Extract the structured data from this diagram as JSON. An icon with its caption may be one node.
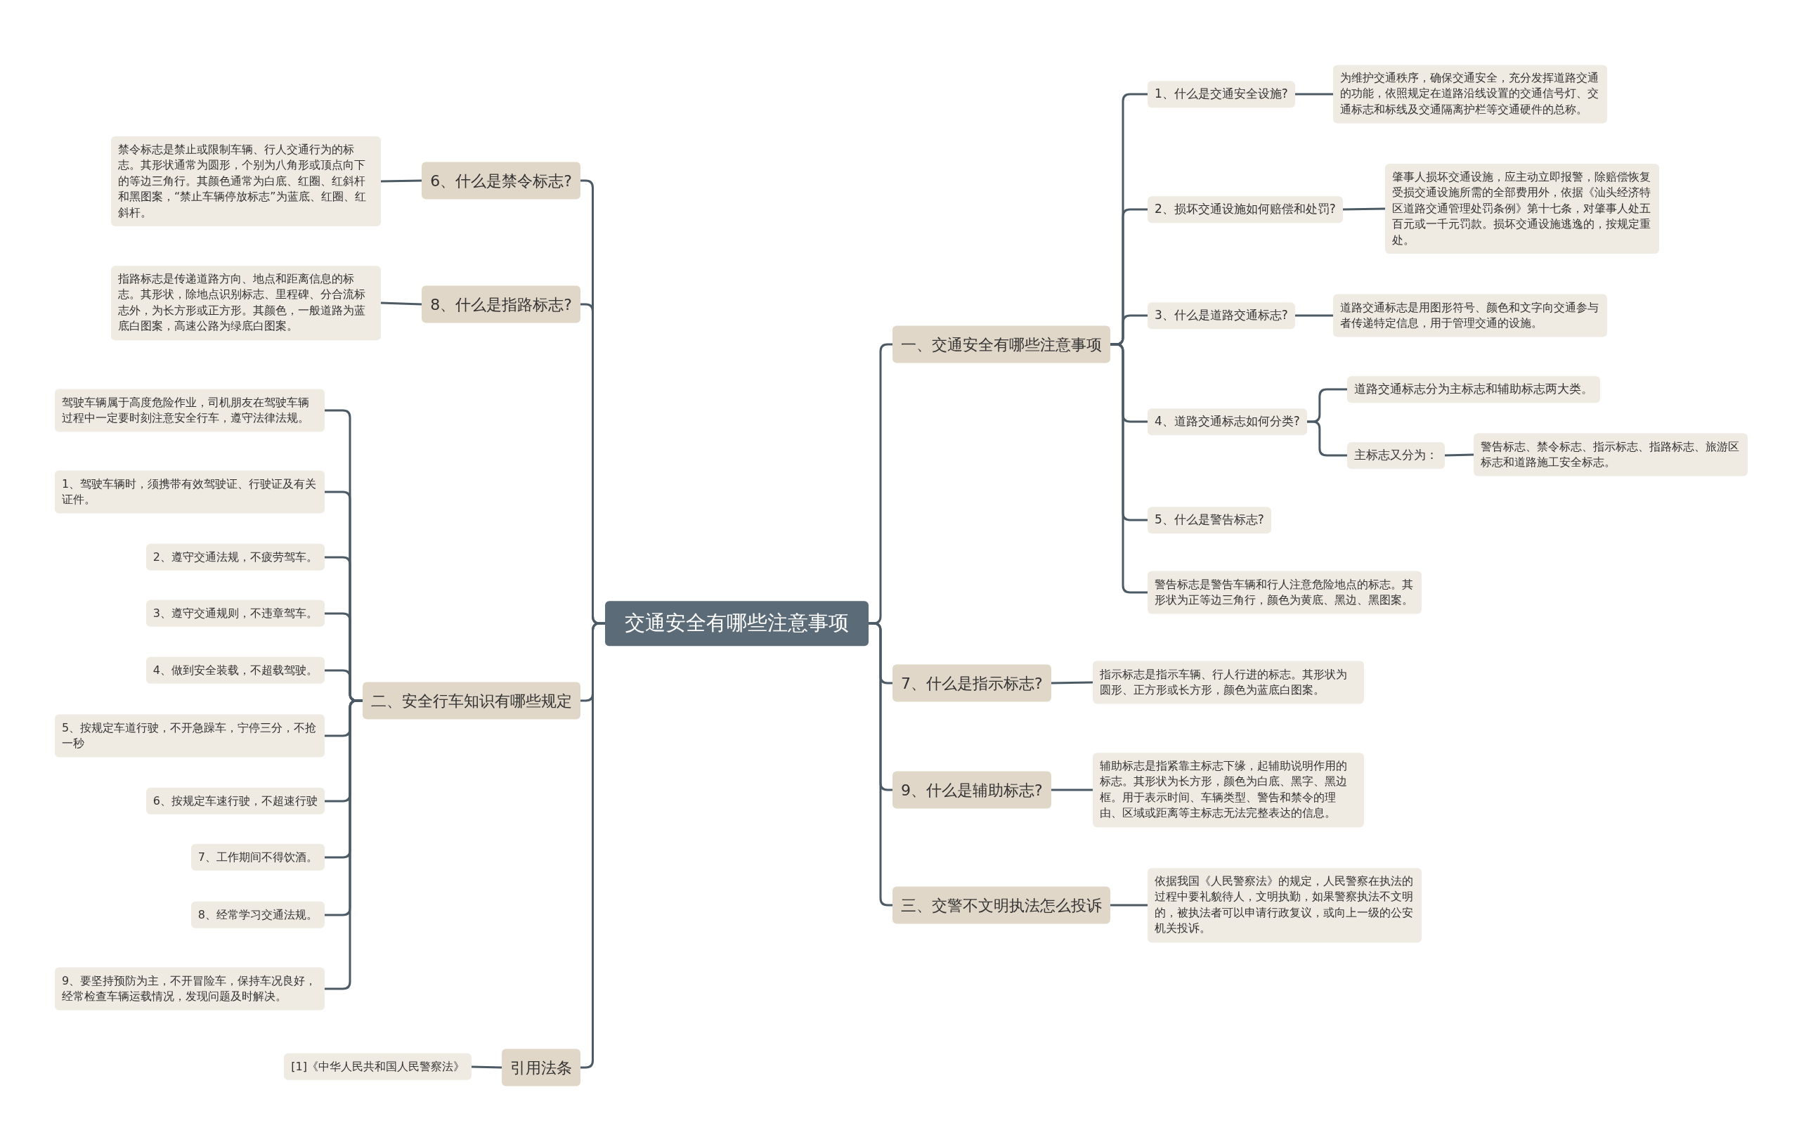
{
  "diagram": {
    "nodes": [
      {
        "text": [
          "交通安全有哪些注意事项"
        ]
      },
      {
        "text": [
          "6、什么是禁令标志?"
        ]
      },
      {
        "text": [
          "禁令标志是禁止或限制车辆、行人交通行为的标志。其形状通常为圆形，个别为八角形或顶点向下的等边三角行。其颜色通常为白底、红圈、红斜杆和黑图案，“禁止车辆停放标志”为蓝底、红圈、红斜杆。"
        ]
      },
      {
        "text": [
          "8、什么是指路标志?"
        ]
      },
      {
        "text": [
          "指路标志是传递道路方向、地点和距离信息的标志。其形状，除地点识别标志、里程碑、分合流标志外，为长方形或正方形。其颜色，一般道路为蓝底白图案，高速公路为绿底白图案。"
        ]
      },
      {
        "text": [
          "二、安全行车知识有哪些规定"
        ]
      },
      {
        "text": [
          "驾驶车辆属于高度危险作业，司机朋友在驾驶车辆过程中一定要时刻注意安全行车，遵守法律法规。"
        ]
      },
      {
        "text": [
          "1、驾驶车辆时，须携带有效驾驶证、行驶证及有关证件。"
        ]
      },
      {
        "text": [
          "2、遵守交通法规，不疲劳驾车。"
        ]
      },
      {
        "text": [
          "3、遵守交通规则，不违章驾车。"
        ]
      },
      {
        "text": [
          "4、做到安全装载，不超载驾驶。"
        ]
      },
      {
        "text": [
          "5、按规定车道行驶，不开急躁车，宁停三分，不抢一秒"
        ]
      },
      {
        "text": [
          "6、按规定车速行驶，不超速行驶"
        ]
      },
      {
        "text": [
          "7、工作期间不得饮酒。"
        ]
      },
      {
        "text": [
          "8、经常学习交通法规。"
        ]
      },
      {
        "text": [
          "9、要坚持预防为主，不开冒险车，保持车况良好，经常检查车辆运载情况，发现问题及时解决。"
        ]
      },
      {
        "text": [
          "引用法条"
        ]
      },
      {
        "text": [
          "[1]《中华人民共和国人民警察法》"
        ]
      },
      {
        "text": [
          "一、交通安全有哪些注意事项"
        ]
      },
      {
        "text": [
          "1、什么是交通安全设施?"
        ]
      },
      {
        "text": [
          "为维护交通秩序，确保交通安全，充分发挥道路交通的功能，依照规定在道路沿线设置的交通信号灯、交通标志和标线及交通隔离护栏等交通硬件的总称。"
        ]
      },
      {
        "text": [
          "2、损坏交通设施如何赔偿和处罚?"
        ]
      },
      {
        "text": [
          "肇事人损坏交通设施，应主动立即报警，除赔偿恢复受损交通设施所需的全部费用外，依据《汕头经济特区道路交通管理处罚条例》第十七条，对肇事人处五百元或一千元罚款。损坏交通设施逃逸的，按规定重处。"
        ]
      },
      {
        "text": [
          "3、什么是道路交通标志?"
        ]
      },
      {
        "text": [
          "道路交通标志是用图形符号、颜色和文字向交通参与者传递特定信息，用于管理交通的设施。"
        ]
      },
      {
        "text": [
          "4、道路交通标志如何分类?"
        ]
      },
      {
        "text": [
          "道路交通标志分为主标志和辅助标志两大类。"
        ]
      },
      {
        "text": [
          "主标志又分为："
        ]
      },
      {
        "text": [
          "警告标志、禁令标志、指示标志、指路标志、旅游区标志和道路施工安全标志。"
        ]
      },
      {
        "text": [
          "5、什么是警告标志?"
        ]
      },
      {
        "text": [
          "警告标志是警告车辆和行人注意危险地点的标志。其形状为正等边三角行，颜色为黄底、黑边、黑图案。"
        ]
      },
      {
        "text": [
          "7、什么是指示标志?"
        ]
      },
      {
        "text": [
          "指示标志是指示车辆、行人行进的标志。其形状为圆形、正方形或长方形，颜色为蓝底白图案。"
        ]
      },
      {
        "text": [
          "9、什么是辅助标志?"
        ]
      },
      {
        "text": [
          "辅助标志是指紧靠主标志下缘，起辅助说明作用的标志。其形状为长方形，颜色为白底、黑字、黑边框。用于表示时间、车辆类型、警告和禁令的理由、区域或距离等主标志无法完整表达的信息。"
        ]
      },
      {
        "text": [
          "三、交警不文明执法怎么投诉"
        ]
      },
      {
        "text": [
          "依据我国《人民警察法》的规定，人民警察在执法的过程中要礼貌待人，文明执勤，如果警察执法不文明的，被执法者可以申请行政复议，或向上一级的公安机关投诉。"
        ]
      }
    ],
    "edges": [
      {
        "from": 0,
        "to": 1,
        "arrow": "none"
      },
      {
        "from": 1,
        "to": 2,
        "arrow": "none"
      },
      {
        "from": 0,
        "to": 3,
        "arrow": "none"
      },
      {
        "from": 3,
        "to": 4,
        "arrow": "none"
      },
      {
        "from": 0,
        "to": 5,
        "arrow": "none"
      },
      {
        "from": 5,
        "to": 6,
        "arrow": "none"
      },
      {
        "from": 5,
        "to": 7,
        "arrow": "none"
      },
      {
        "from": 5,
        "to": 8,
        "arrow": "none"
      },
      {
        "from": 5,
        "to": 9,
        "arrow": "none"
      },
      {
        "from": 5,
        "to": 10,
        "arrow": "none"
      },
      {
        "from": 5,
        "to": 11,
        "arrow": "none"
      },
      {
        "from": 5,
        "to": 12,
        "arrow": "none"
      },
      {
        "from": 5,
        "to": 13,
        "arrow": "none"
      },
      {
        "from": 5,
        "to": 14,
        "arrow": "none"
      },
      {
        "from": 5,
        "to": 15,
        "arrow": "none"
      },
      {
        "from": 0,
        "to": 16,
        "arrow": "none"
      },
      {
        "from": 16,
        "to": 17,
        "arrow": "none"
      },
      {
        "from": 0,
        "to": 18,
        "arrow": "none"
      },
      {
        "from": 18,
        "to": 19,
        "arrow": "none"
      },
      {
        "from": 19,
        "to": 20,
        "arrow": "none"
      },
      {
        "from": 18,
        "to": 21,
        "arrow": "none"
      },
      {
        "from": 21,
        "to": 22,
        "arrow": "none"
      },
      {
        "from": 18,
        "to": 23,
        "arrow": "none"
      },
      {
        "from": 23,
        "to": 24,
        "arrow": "none"
      },
      {
        "from": 18,
        "to": 25,
        "arrow": "none"
      },
      {
        "from": 25,
        "to": 26,
        "arrow": "none"
      },
      {
        "from": 25,
        "to": 27,
        "arrow": "none"
      },
      {
        "from": 27,
        "to": 28,
        "arrow": "none"
      },
      {
        "from": 18,
        "to": 29,
        "arrow": "none"
      },
      {
        "from": 18,
        "to": 30,
        "arrow": "none"
      },
      {
        "from": 0,
        "to": 31,
        "arrow": "none"
      },
      {
        "from": 31,
        "to": 32,
        "arrow": "none"
      },
      {
        "from": 0,
        "to": 33,
        "arrow": "none"
      },
      {
        "from": 33,
        "to": 34,
        "arrow": "none"
      },
      {
        "from": 0,
        "to": 35,
        "arrow": "none"
      },
      {
        "from": 35,
        "to": 36,
        "arrow": "none"
      }
    ]
  }
}
